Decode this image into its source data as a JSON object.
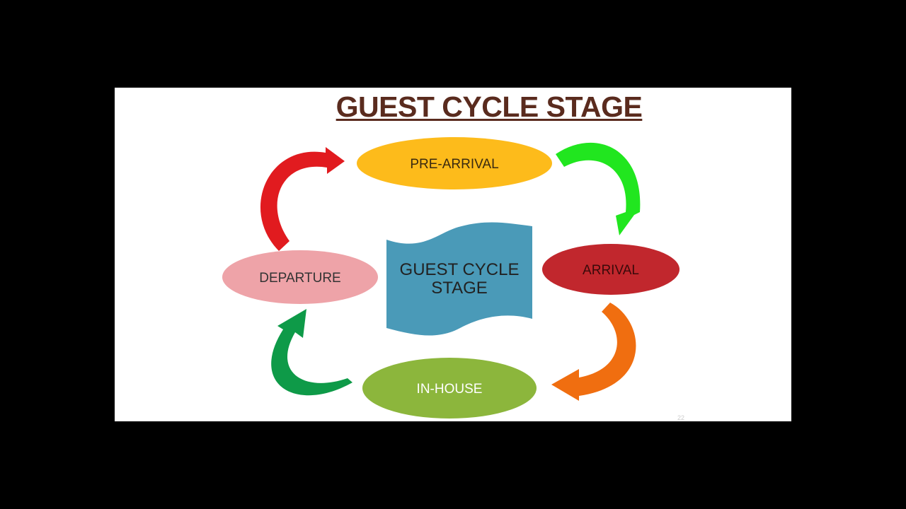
{
  "title": "GUEST CYCLE STAGE",
  "center_label": [
    "GUEST CYCLE",
    "STAGE"
  ],
  "page_number": "22",
  "stages": [
    {
      "label": "PRE-ARRIVAL",
      "fill": "#fdbb1b",
      "text_color": "#3a2a10"
    },
    {
      "label": "ARRIVAL",
      "fill": "#c1272d",
      "text_color": "#3a0a0a"
    },
    {
      "label": "IN-HOUSE",
      "fill": "#8cb63c",
      "text_color": "#ffffff"
    },
    {
      "label": "DEPARTURE",
      "fill": "#eea3a8",
      "text_color": "#333333"
    }
  ],
  "arrows": [
    {
      "from": "PRE-ARRIVAL",
      "to": "ARRIVAL",
      "color": "#21e61f"
    },
    {
      "from": "ARRIVAL",
      "to": "IN-HOUSE",
      "color": "#f06e10"
    },
    {
      "from": "IN-HOUSE",
      "to": "DEPARTURE",
      "color": "#0e9a48"
    },
    {
      "from": "DEPARTURE",
      "to": "PRE-ARRIVAL",
      "color": "#e11b1f"
    }
  ],
  "center_fill": "#4a9ab8",
  "colors": {
    "background": "#000000",
    "slide": "#ffffff",
    "title": "#5a2b1e",
    "center_text": "#222222"
  }
}
